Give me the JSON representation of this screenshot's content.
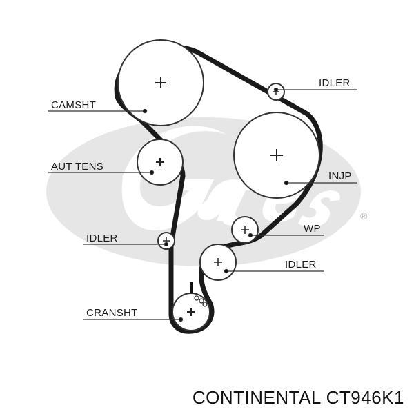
{
  "diagram": {
    "labels": {
      "camsht": "CAMSHT",
      "aut_tens": "AUT TENS",
      "idler_left": "IDLER",
      "cransht": "CRANSHT",
      "idler_top": "IDLER",
      "injp": "INJP",
      "wp": "WP",
      "idler_bottom": "IDLER"
    },
    "registered_mark": "®",
    "watermark_text": "Gates",
    "colors": {
      "belt": "#1a1a1a",
      "watermark": "#e6e6e6",
      "pulley": "#333333"
    }
  },
  "caption": "CONTINENTAL  CT946K1"
}
